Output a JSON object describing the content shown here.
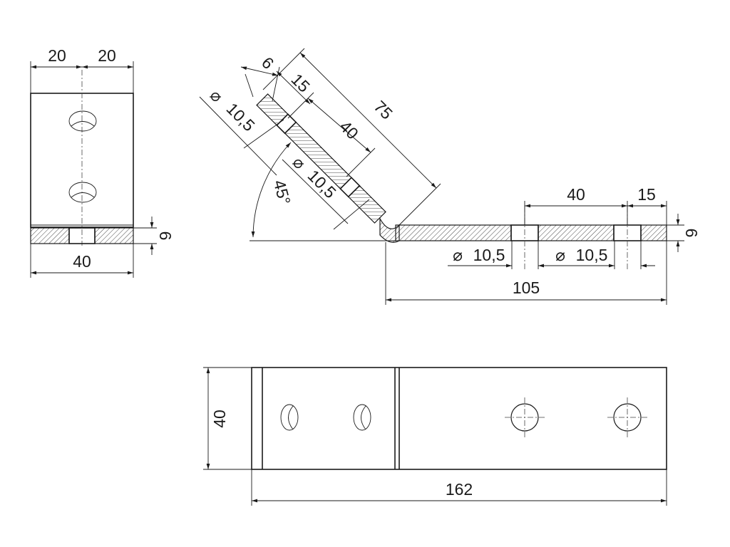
{
  "drawing": {
    "views": [
      "side-view",
      "bent-profile-view",
      "flat-pattern-view"
    ],
    "side_view": {
      "dim_left_half": "20",
      "dim_right_half": "20",
      "dim_width": "40",
      "dim_thickness": "6"
    },
    "profile_view": {
      "dim_thickness_inclined": "6",
      "dim_hole_offset_inclined": "15",
      "dim_total_inclined": "75",
      "dim_hole_spacing_inclined": "40",
      "dim_hole_dia_1": "10,5",
      "dim_hole_dia_2": "10,5",
      "dim_angle": "45°",
      "dim_hole_spacing_horizontal": "40",
      "dim_hole_offset_horizontal": "15",
      "dim_thickness_horizontal": "6",
      "dim_hole_dia_3": "10,5",
      "dim_hole_dia_4": "10,5",
      "dim_horizontal_length": "105"
    },
    "flat_view": {
      "dim_height": "40",
      "dim_length": "162"
    },
    "diameter_symbol": "⌀"
  }
}
